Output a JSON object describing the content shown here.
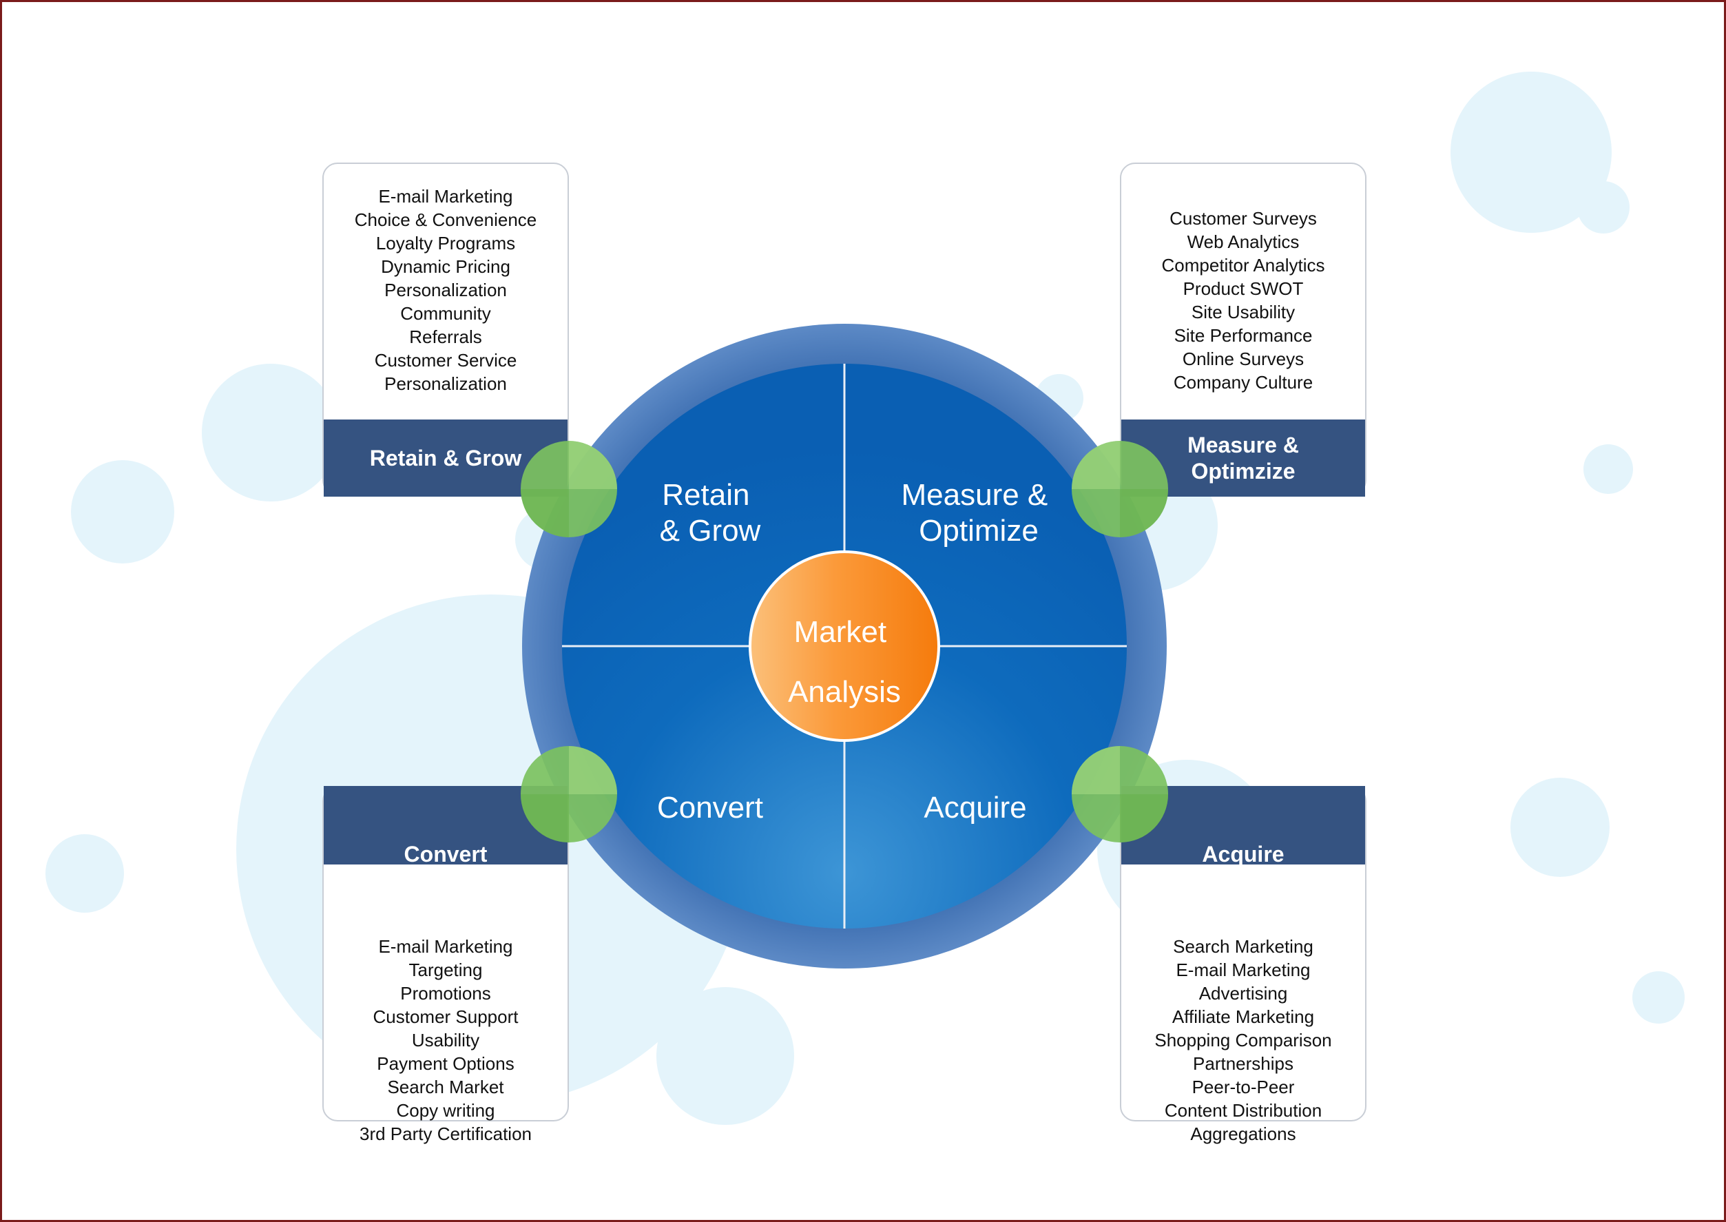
{
  "center": {
    "label_line1": "Market",
    "label_line2": "Analysis"
  },
  "wheel": {
    "quadrants": [
      {
        "key": "retain",
        "line1": "Retain",
        "line2": "& Grow"
      },
      {
        "key": "measure",
        "line1": "Measure &",
        "line2": "Optimize"
      },
      {
        "key": "convert",
        "line1": "Convert",
        "line2": ""
      },
      {
        "key": "acquire",
        "line1": "Acquire",
        "line2": ""
      }
    ]
  },
  "panels": {
    "retain_grow": {
      "header": "Retain & Grow",
      "items": [
        "E-mail Marketing",
        "Choice & Convenience",
        "Loyalty Programs",
        "Dynamic Pricing",
        "Personalization",
        "Community",
        "Referrals",
        "Customer Service",
        "Personalization"
      ]
    },
    "measure_optimize": {
      "header_line1": "Measure &",
      "header_line2": "Optimzize",
      "items": [
        "Customer Surveys",
        "Web Analytics",
        "Competitor Analytics",
        "Product SWOT",
        "Site Usability",
        "Site Performance",
        "Online Surveys",
        "Company Culture"
      ]
    },
    "convert": {
      "header": "Convert",
      "items": [
        "E-mail Marketing",
        "Targeting",
        "Promotions",
        "Customer Support",
        "Usability",
        "Payment Options",
        "Search Market",
        "Copy writing",
        "3rd Party Certification"
      ]
    },
    "acquire": {
      "header": "Acquire",
      "items": [
        "Search Marketing",
        "E-mail Marketing",
        "Advertising",
        "Affiliate Marketing",
        "Shopping Comparison",
        "Partnerships",
        "Peer-to-Peer",
        "Content Distribution",
        "Aggregations"
      ]
    }
  },
  "colors": {
    "panel_header": "#355381",
    "wheel_ring": "#4f7fbd",
    "wheel_inner": "#0a62b8",
    "center_orange": "#f98a1e",
    "connector_green": "#7cc160",
    "bubble": "#e3f3fb",
    "page_border": "#7a1b1b"
  }
}
